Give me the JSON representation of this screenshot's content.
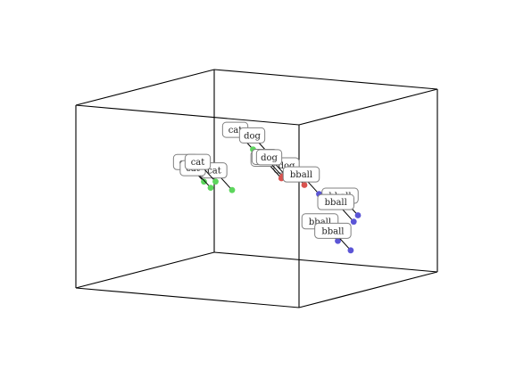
{
  "chart_data": {
    "type": "scatter",
    "projection": "3d",
    "title": "",
    "xlabel": "",
    "ylabel": "",
    "zlabel": "",
    "axis_ticks_visible": false,
    "grid": false,
    "legend": "none",
    "xlim": [
      0,
      10
    ],
    "ylim": [
      0,
      10
    ],
    "zlim": [
      0,
      10
    ],
    "series": [
      {
        "name": "",
        "color": "#5cd65c",
        "points": [
          {
            "label": "cat",
            "x": 3.6,
            "y": 3.0,
            "z": 6.6
          },
          {
            "label": "cat",
            "x": 3.9,
            "y": 5.0,
            "z": 4.8
          },
          {
            "label": "cat",
            "x": 1.4,
            "y": 3.0,
            "z": 4.6
          },
          {
            "label": "cat",
            "x": 1.7,
            "y": 3.0,
            "z": 4.3
          },
          {
            "label": "cat",
            "x": 1.3,
            "y": 2.0,
            "z": 4.4
          }
        ]
      },
      {
        "name": "",
        "color": "#d9534f",
        "points": [
          {
            "label": "dog",
            "x": 5.6,
            "y": 5.0,
            "z": 6.9
          },
          {
            "label": "dog",
            "x": 5.9,
            "y": 3.0,
            "z": 4.9
          },
          {
            "label": "dog",
            "x": 4.5,
            "y": 2.4,
            "z": 5.0
          },
          {
            "label": "dog",
            "x": 4.3,
            "y": 2.0,
            "z": 5.0
          },
          {
            "label": "dog",
            "x": 4.5,
            "y": 2.0,
            "z": 5.0
          }
        ]
      },
      {
        "name": "",
        "color": "#5b55d6",
        "points": [
          {
            "label": "bball",
            "x": 7.8,
            "y": 5.0,
            "z": 5.0
          },
          {
            "label": "bball",
            "x": 8.3,
            "y": 3.0,
            "z": 3.5
          },
          {
            "label": "bball",
            "x": 7.4,
            "y": 3.0,
            "z": 2.0
          },
          {
            "label": "bball",
            "x": 7.8,
            "y": 2.5,
            "z": 3.0
          },
          {
            "label": "bball",
            "x": 8.1,
            "y": 3.2,
            "z": 1.6
          }
        ]
      }
    ]
  }
}
